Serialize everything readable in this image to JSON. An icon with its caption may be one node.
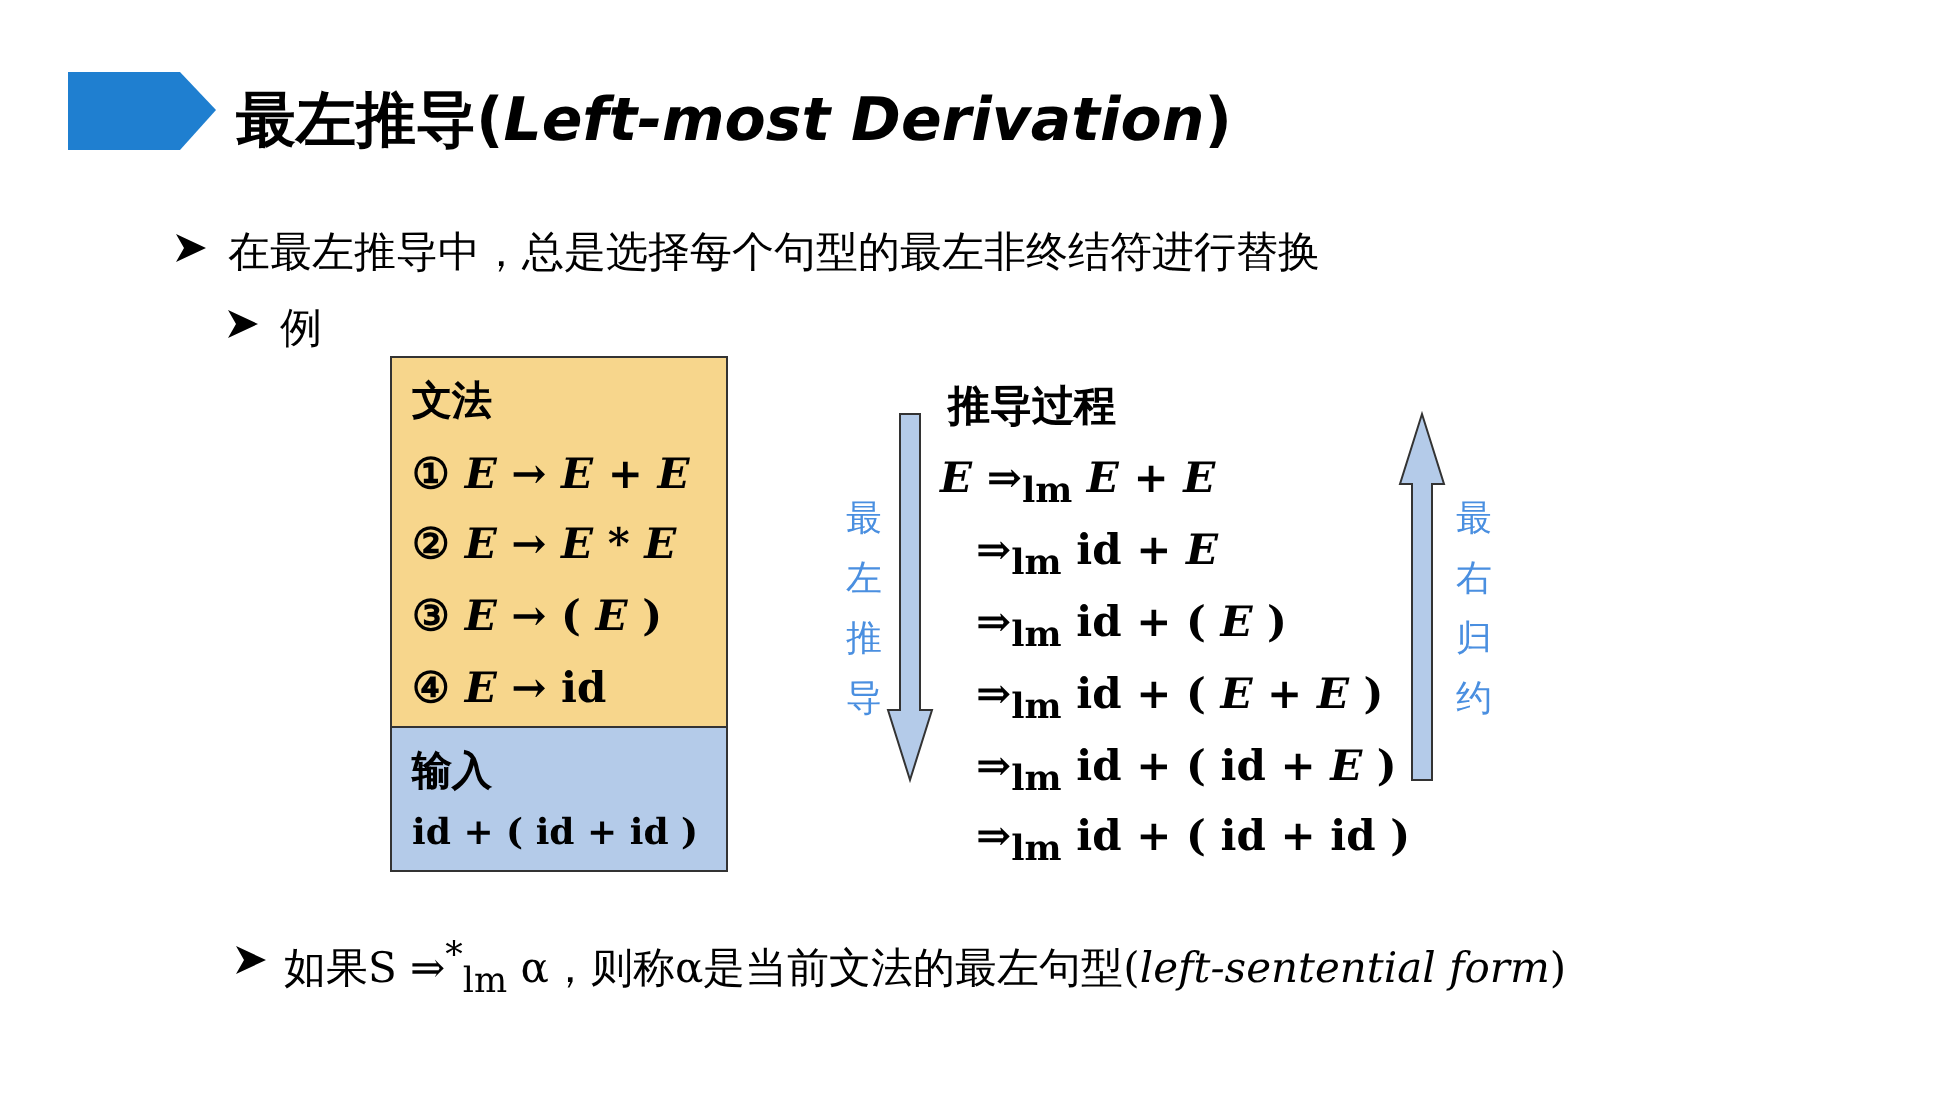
{
  "diagram": {
    "title": "最左推导(*Left-most Derivation*)",
    "nodes": [
      {
        "text": [
          "文法",
          "① *E* → *E* + *E*",
          "② *E* → *E* * *E*",
          "③ *E* → ( *E* )",
          "④ *E* → id"
        ]
      },
      {
        "text": [
          "输入",
          "id + ( id +  id )"
        ]
      }
    ],
    "labels": [
      "在最左推导中，总是选择每个句型的最左非终结符进行替换",
      "例",
      "推导过程",
      "最左推导",
      "*E* ⇒$_{lm}$ *E* + *E*",
      "⇒$_{lm}$ id + *E*",
      "⇒$_{lm}$ id + ( *E* )",
      "⇒$_{lm}$ id + ( *E* + *E* )",
      "⇒$_{lm}$ id + ( id + *E* )",
      "⇒$_{lm}$ id + ( id + id )",
      "最右归约",
      "如果S ⇒$^{*}$$_{lm}$ α，则称α是当前文法的最左句型(*left-sentential form*)"
    ]
  }
}
